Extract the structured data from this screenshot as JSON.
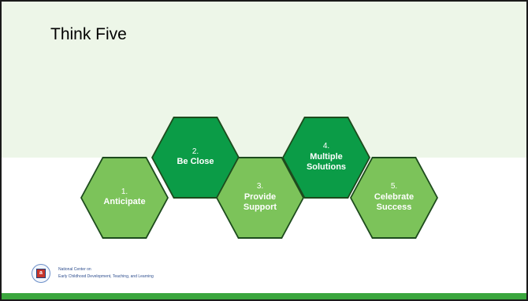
{
  "slide": {
    "title": "Think Five",
    "steps": [
      {
        "number": "1.",
        "label": "Anticipate",
        "shade": "light"
      },
      {
        "number": "2.",
        "label": "Be Close",
        "shade": "dark"
      },
      {
        "number": "3.",
        "label": "Provide Support",
        "shade": "light"
      },
      {
        "number": "4.",
        "label": "Multiple Solutions",
        "shade": "dark"
      },
      {
        "number": "5.",
        "label": "Celebrate Success",
        "shade": "light"
      }
    ],
    "logo": {
      "badge_letter": "a",
      "line1": "National Center on",
      "line2": "Early Childhood Development, Teaching, and Learning"
    }
  },
  "colors": {
    "light_green": "#7cc35a",
    "dark_green": "#0b9c47",
    "hex_outline": "#1d4b1d",
    "header_band": "#edf6e8",
    "bottom_bar": "#3ba63e"
  }
}
